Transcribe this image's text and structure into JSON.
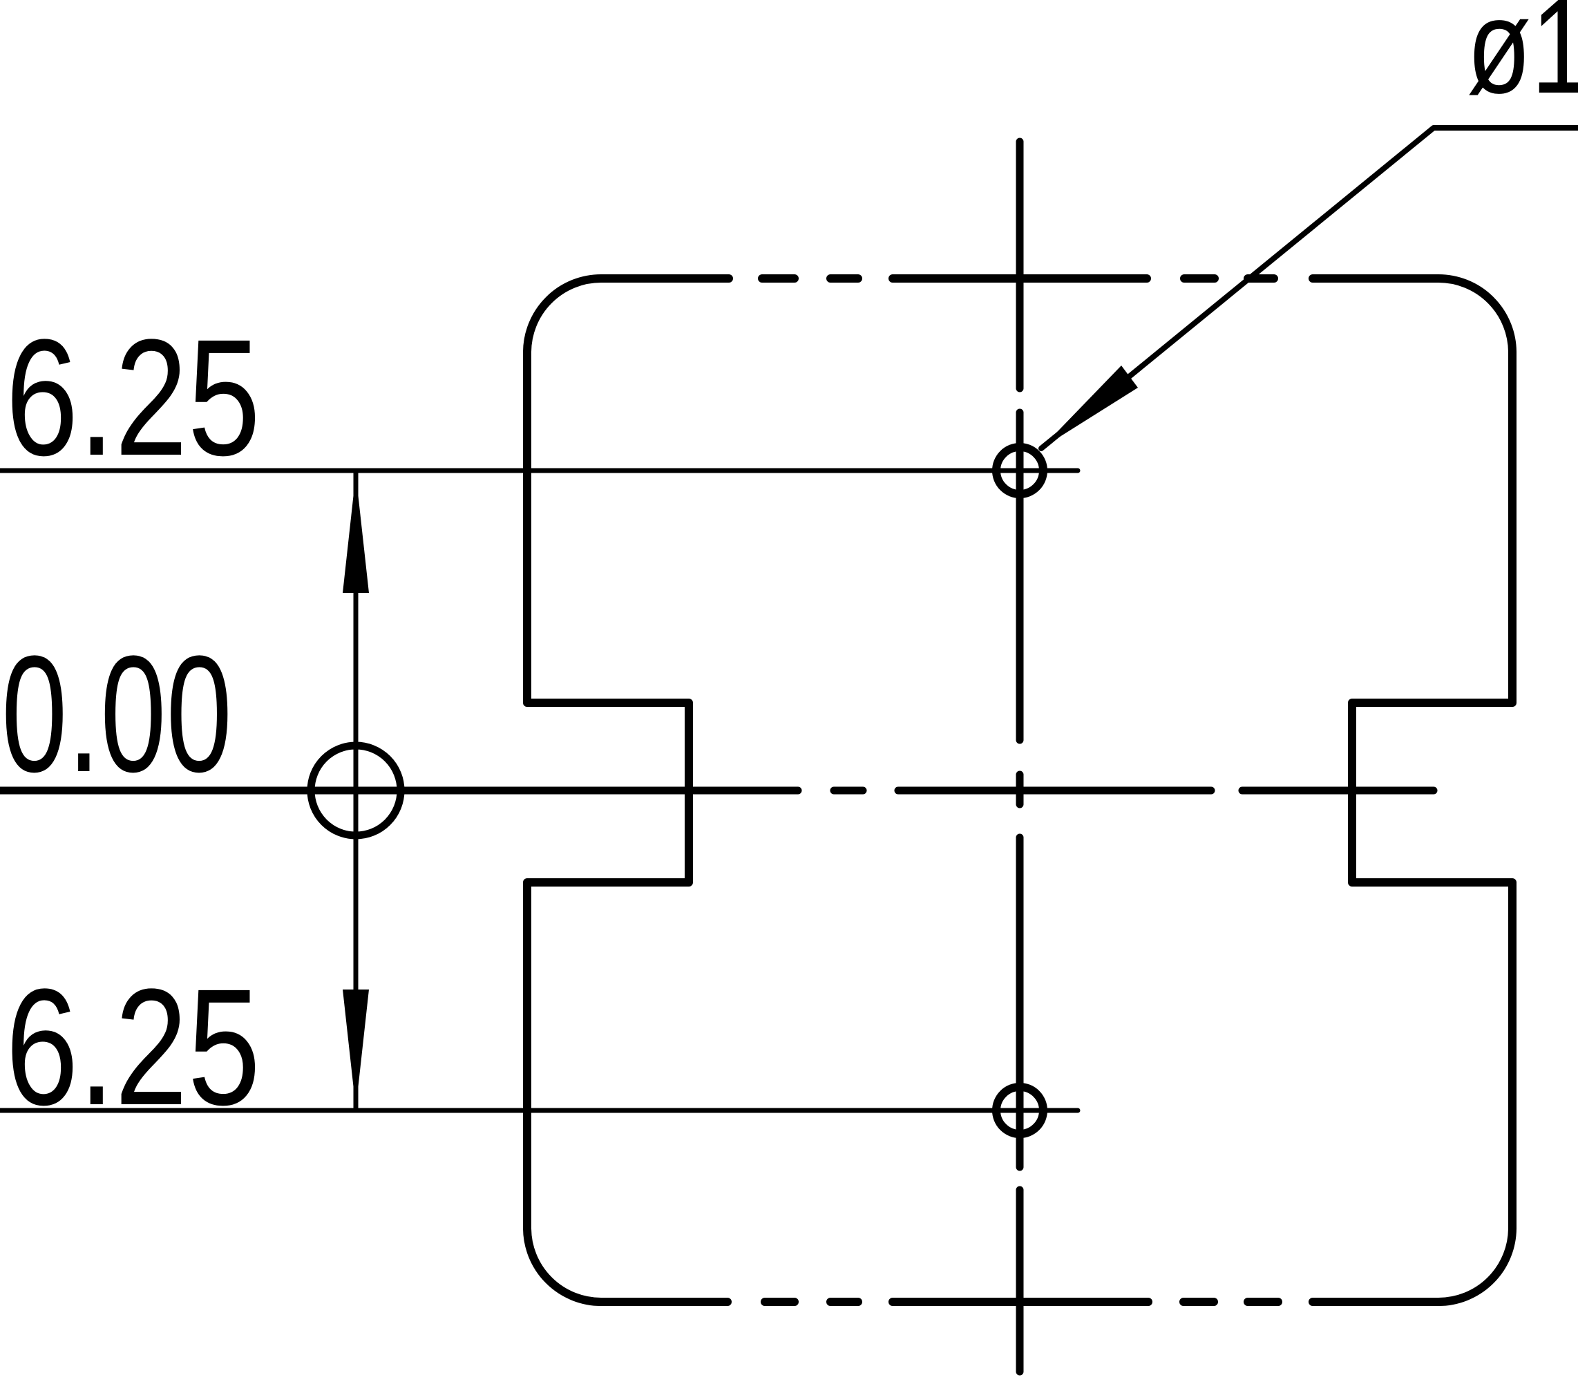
{
  "drawing": {
    "colors": {
      "background": "#ffffff",
      "ink": "#000000"
    },
    "labels": {
      "top_offset": "6.25",
      "datum": "0.00",
      "bottom_offset": "6.25",
      "hole_diameter": "ø1"
    }
  }
}
